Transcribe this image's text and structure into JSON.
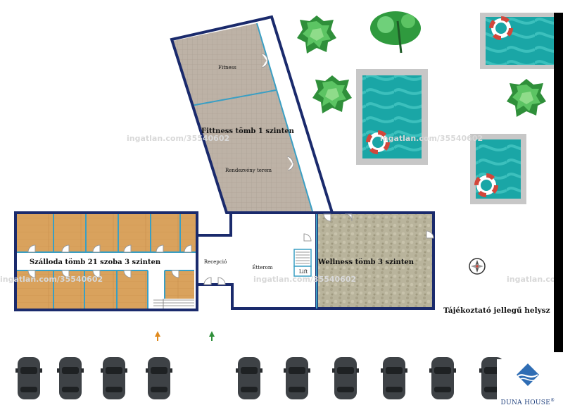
{
  "labels": {
    "fitness_room": "Fitness",
    "fitness_block": "Fittness tömb 1 szinten",
    "event_room": "Rendezvény terem",
    "hotel_block": "Szálloda tömb 21 szoba 3 szinten",
    "reception": "Recepció",
    "restaurant": "Étterom",
    "lift": "Lift",
    "wellness_block": "Wellness tömb 3 szinten",
    "disclaimer": "Tájékoztató jellegű helysz"
  },
  "watermark": "ingatlan.com/35540602",
  "logo": {
    "name": "DUNA HOUSE",
    "mark": "®"
  },
  "colors": {
    "wall": "#1a2a6c",
    "inner_wall": "#3a9fc4",
    "wood": "#d9a25d",
    "tile": "#bdb2a6",
    "stone": "#b9b49c",
    "water": "#1aa6a6",
    "car": "#3e4246",
    "tree": "#39a74a",
    "arrow_orange": "#e08a1e",
    "arrow_green": "#2f8f3a"
  },
  "icons": [
    "tree-icon",
    "pool-ring-icon",
    "car-icon",
    "compass-icon",
    "entrance-arrow-icon",
    "duna-house-logo-icon"
  ]
}
